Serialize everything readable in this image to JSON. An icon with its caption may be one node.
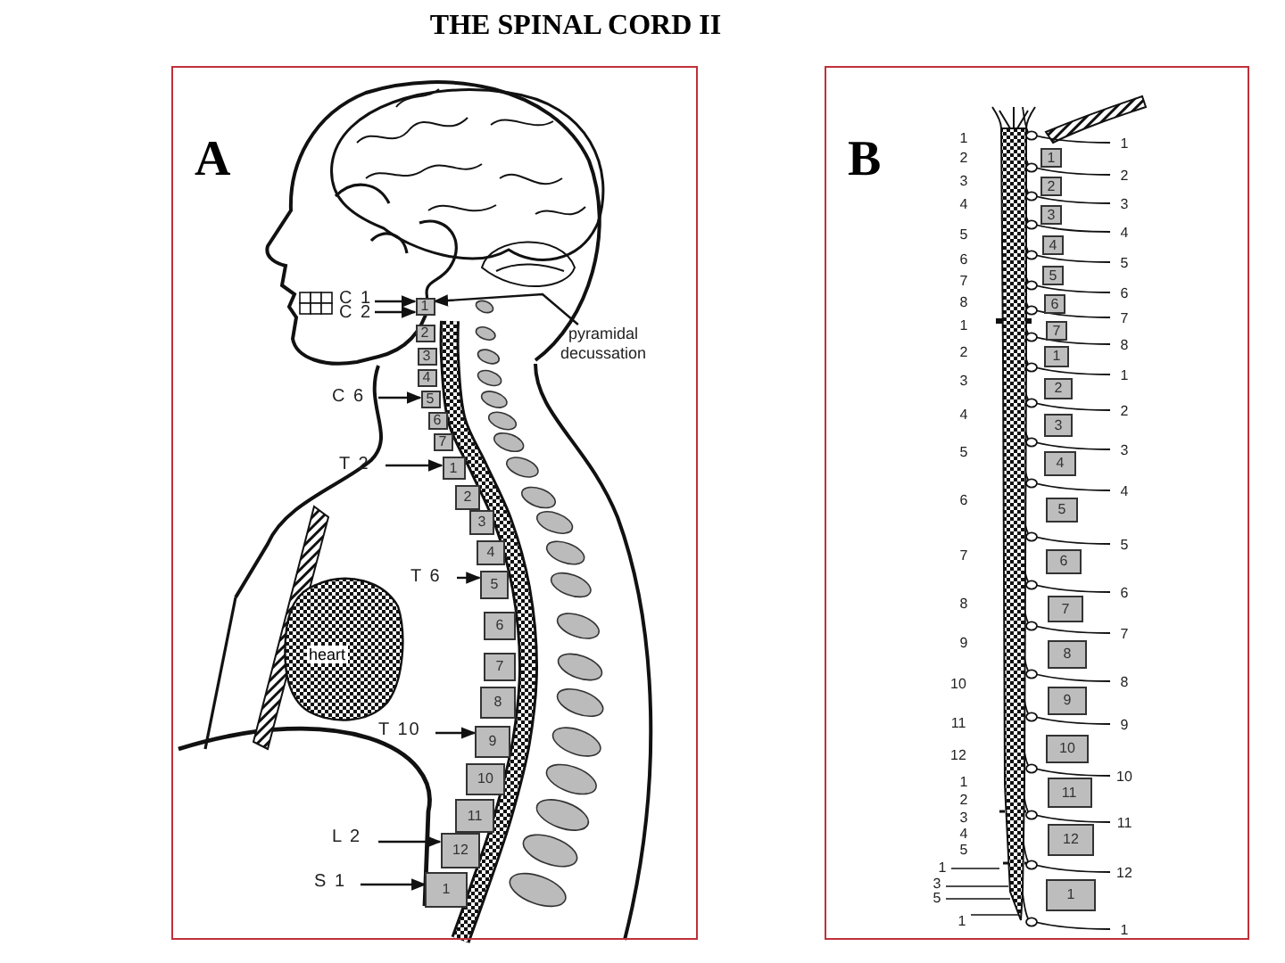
{
  "diagram": {
    "title": "THE SPINAL CORD II",
    "nodes": [
      {
        "text": [
          "A"
        ]
      },
      {
        "text": [
          "B"
        ]
      },
      {
        "text": [
          "C 1"
        ],
        "in": 0
      },
      {
        "text": [
          "C 2"
        ],
        "in": 0
      },
      {
        "text": [
          "C 6"
        ],
        "in": 0
      },
      {
        "text": [
          "T 2"
        ],
        "in": 0
      },
      {
        "text": [
          "T 6"
        ],
        "in": 0
      },
      {
        "text": [
          "T 10"
        ],
        "in": 0
      },
      {
        "text": [
          "L 2"
        ],
        "in": 0
      },
      {
        "text": [
          "S 1"
        ],
        "in": 0
      },
      {
        "text": [
          "pyramidal decussation"
        ],
        "in": 0
      },
      {
        "text": [
          "heart"
        ],
        "in": 0
      },
      {
        "text": [
          "1"
        ],
        "in": 0
      },
      {
        "text": [
          "2"
        ],
        "in": 0
      },
      {
        "text": [
          "3"
        ],
        "in": 0
      },
      {
        "text": [
          "4"
        ],
        "in": 0
      },
      {
        "text": [
          "5"
        ],
        "in": 0
      },
      {
        "text": [
          "6"
        ],
        "in": 0
      },
      {
        "text": [
          "7"
        ],
        "in": 0
      },
      {
        "text": [
          "1"
        ],
        "in": 0
      },
      {
        "text": [
          "2"
        ],
        "in": 0
      },
      {
        "text": [
          "3"
        ],
        "in": 0
      },
      {
        "text": [
          "4"
        ],
        "in": 0
      },
      {
        "text": [
          "5"
        ],
        "in": 0
      },
      {
        "text": [
          "6"
        ],
        "in": 0
      },
      {
        "text": [
          "7"
        ],
        "in": 0
      },
      {
        "text": [
          "8"
        ],
        "in": 0
      },
      {
        "text": [
          "9"
        ],
        "in": 0
      },
      {
        "text": [
          "10"
        ],
        "in": 0
      },
      {
        "text": [
          "11"
        ],
        "in": 0
      },
      {
        "text": [
          "12"
        ],
        "in": 0
      },
      {
        "text": [
          "1"
        ],
        "in": 0
      },
      {
        "text": [
          "1"
        ],
        "in": 1
      },
      {
        "text": [
          "2"
        ],
        "in": 1
      },
      {
        "text": [
          "3"
        ],
        "in": 1
      },
      {
        "text": [
          "4"
        ],
        "in": 1
      },
      {
        "text": [
          "5"
        ],
        "in": 1
      },
      {
        "text": [
          "6"
        ],
        "in": 1
      },
      {
        "text": [
          "7"
        ],
        "in": 1
      },
      {
        "text": [
          "1"
        ],
        "in": 1
      },
      {
        "text": [
          "2"
        ],
        "in": 1
      },
      {
        "text": [
          "3"
        ],
        "in": 1
      },
      {
        "text": [
          "4"
        ],
        "in": 1
      },
      {
        "text": [
          "5"
        ],
        "in": 1
      },
      {
        "text": [
          "6"
        ],
        "in": 1
      },
      {
        "text": [
          "7"
        ],
        "in": 1
      },
      {
        "text": [
          "8"
        ],
        "in": 1
      },
      {
        "text": [
          "9"
        ],
        "in": 1
      },
      {
        "text": [
          "10"
        ],
        "in": 1
      },
      {
        "text": [
          "11"
        ],
        "in": 1
      },
      {
        "text": [
          "12"
        ],
        "in": 1
      },
      {
        "text": [
          "1"
        ],
        "in": 1
      },
      {
        "text": [],
        "shape": "bar",
        "in": 1
      },
      {
        "text": [
          "1"
        ],
        "in": 1
      },
      {
        "text": [
          "3"
        ],
        "in": 1
      },
      {
        "text": [
          "5"
        ],
        "in": 1
      },
      {
        "text": [
          "1"
        ],
        "in": 1
      }
    ],
    "edges": [
      {
        "from": 2,
        "to": 12,
        "arrow": "to"
      },
      {
        "from": 3,
        "to": 12,
        "arrow": "to"
      },
      {
        "from": 4,
        "to": 16,
        "arrow": "to"
      },
      {
        "from": 5,
        "to": 19,
        "arrow": "to"
      },
      {
        "from": 6,
        "to": 23,
        "arrow": "to"
      },
      {
        "from": 7,
        "to": 27,
        "arrow": "to"
      },
      {
        "from": 8,
        "to": 30,
        "arrow": "to"
      },
      {
        "from": 9,
        "to": 31,
        "arrow": "to"
      },
      {
        "from": 10,
        "to": 12,
        "arrow": "to"
      },
      {
        "from": 53,
        "to": 52,
        "arrow": "none"
      },
      {
        "from": 54,
        "to": 52,
        "arrow": "none"
      },
      {
        "from": 55,
        "to": 52,
        "arrow": "none"
      },
      {
        "from": 56,
        "to": 52,
        "arrow": "none"
      }
    ],
    "labels": [
      "1",
      "2",
      "3",
      "4",
      "5",
      "6",
      "7",
      "8",
      "1",
      "2",
      "3",
      "4",
      "5",
      "6",
      "7",
      "8",
      "9",
      "10",
      "11",
      "12",
      "1",
      "2",
      "3",
      "4",
      "5",
      "1",
      "2",
      "3",
      "4",
      "5",
      "6",
      "7",
      "8",
      "1",
      "2",
      "3",
      "4",
      "5",
      "6",
      "7",
      "8",
      "9",
      "10",
      "11",
      "12",
      "1"
    ]
  }
}
